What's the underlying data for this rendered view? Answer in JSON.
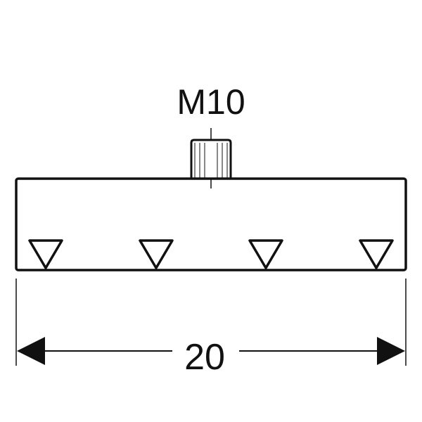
{
  "thread_label": "M10",
  "dimension_label": "20",
  "teeth_count": 4,
  "colors": {
    "stroke": "#111111",
    "background": "#ffffff"
  }
}
